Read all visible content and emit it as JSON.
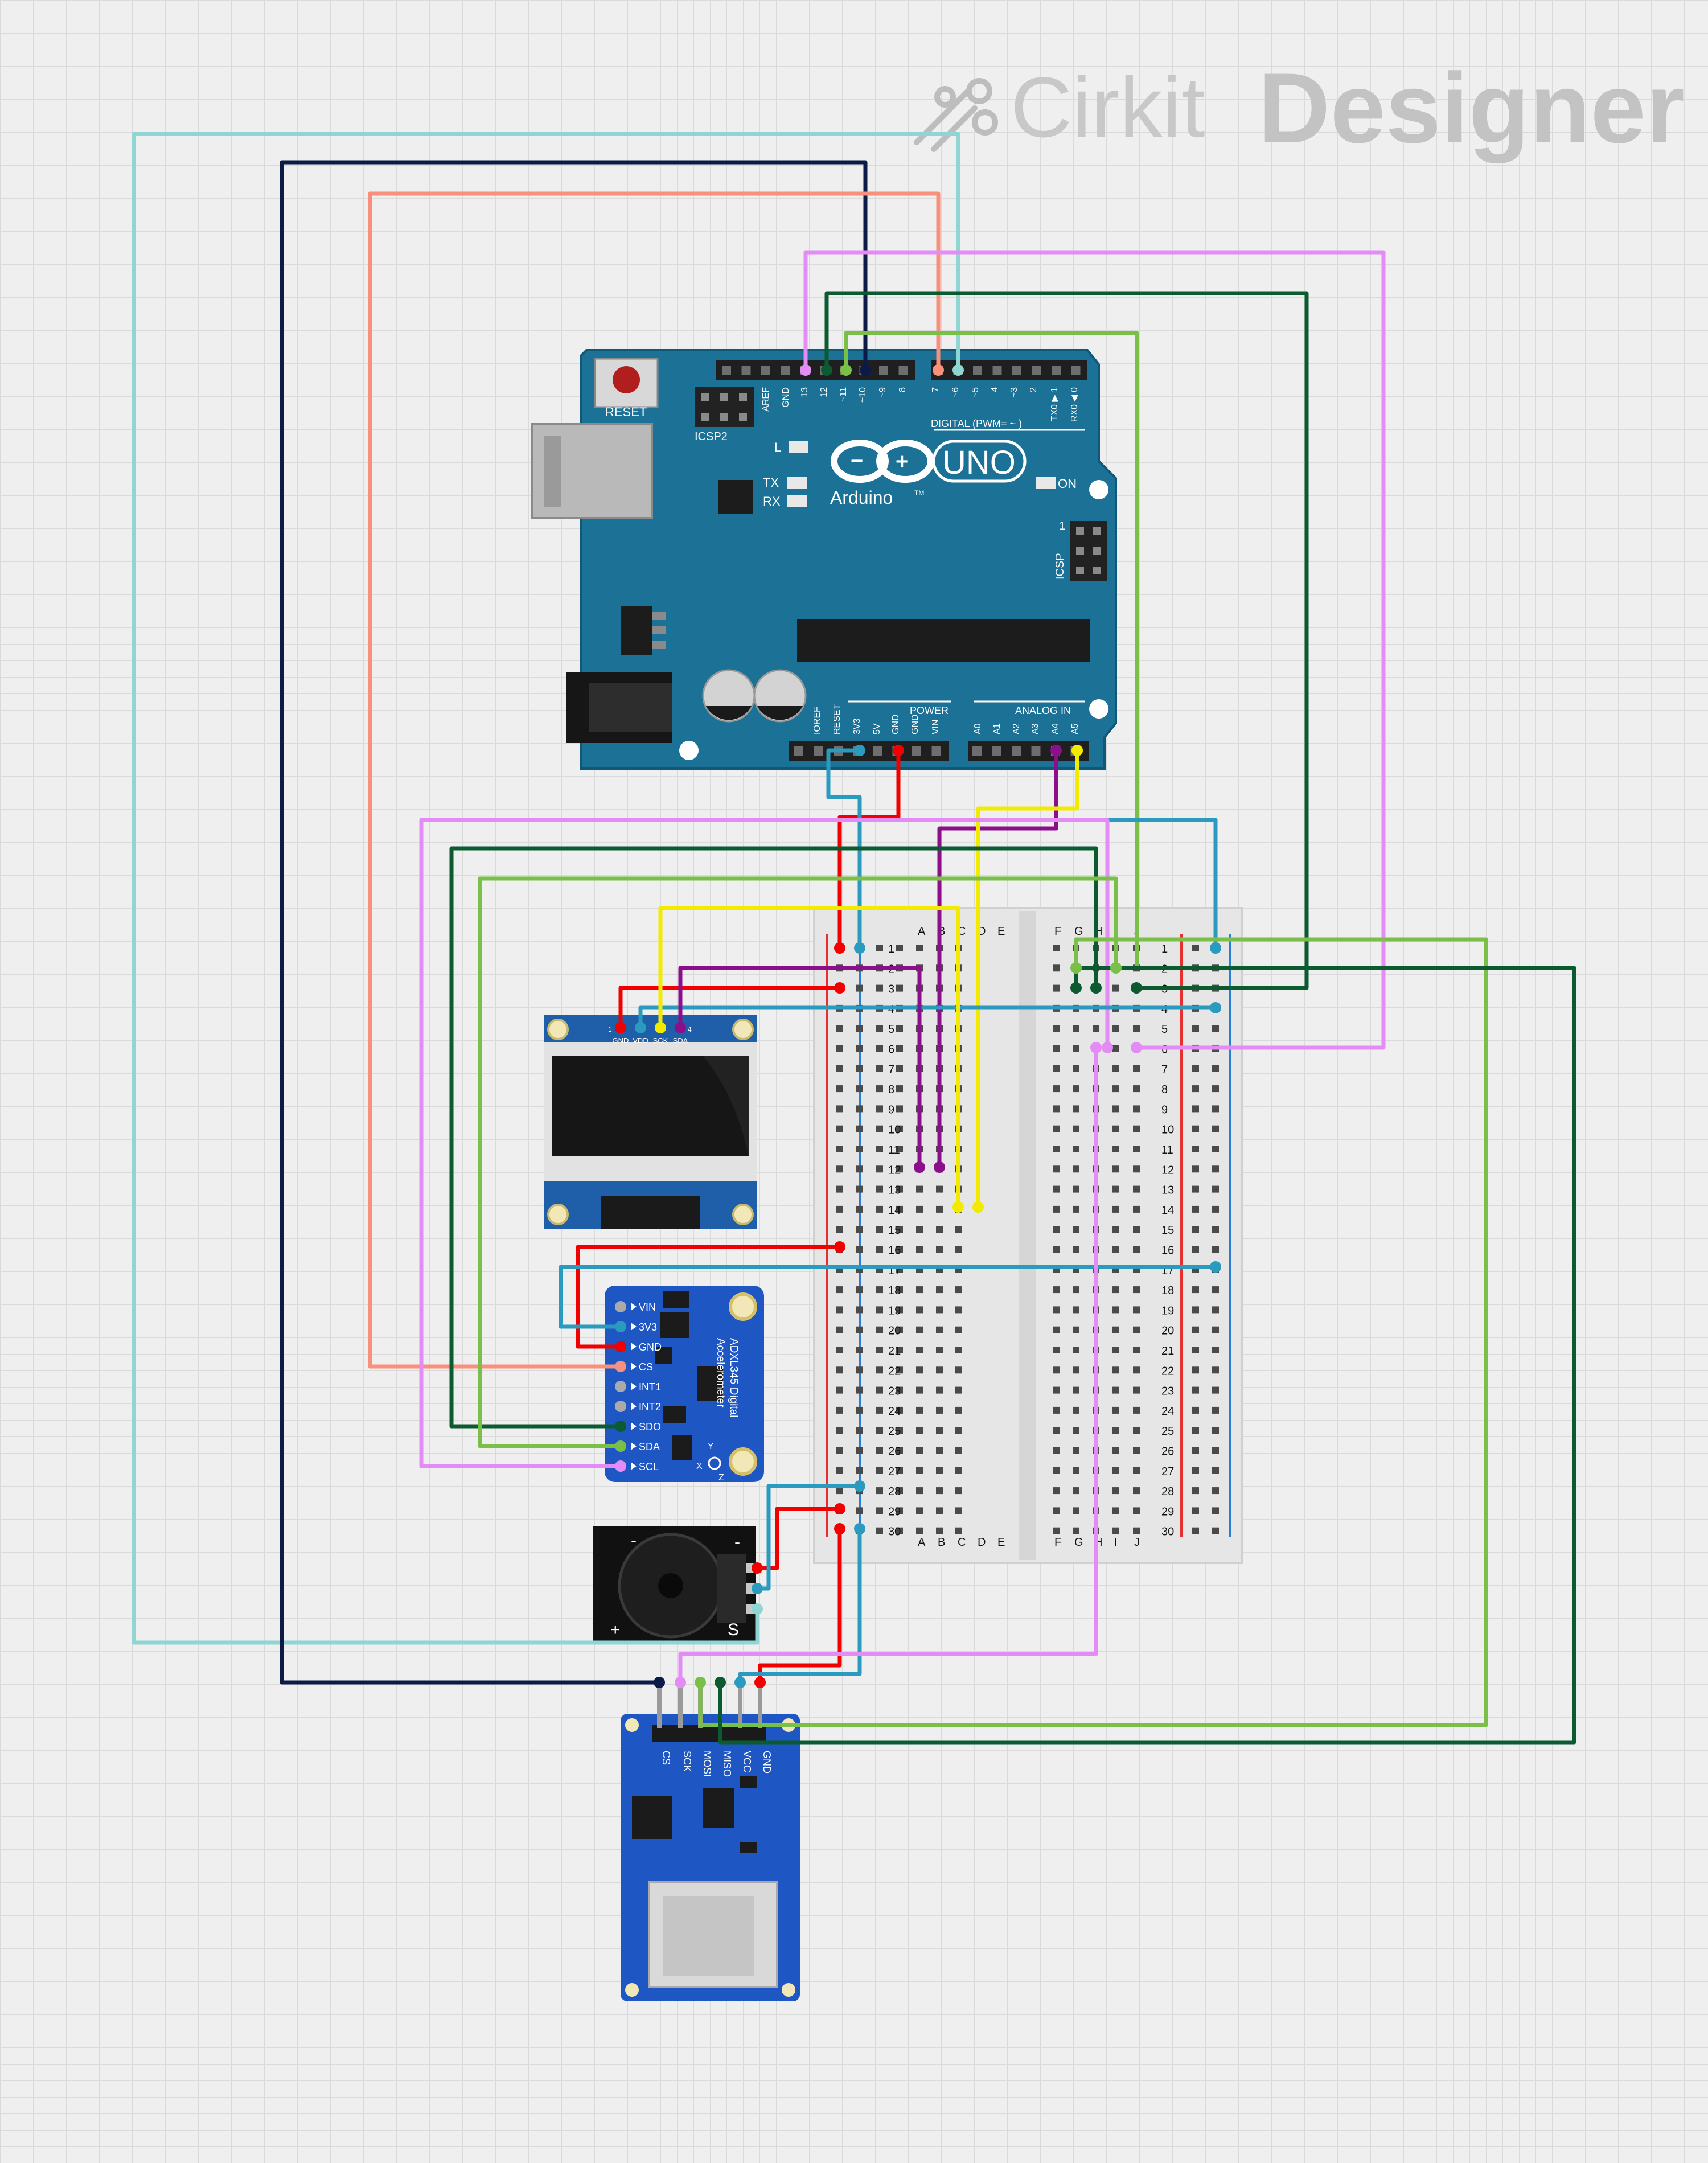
{
  "brand": {
    "name_light": "Cirkit",
    "name_bold": "Designer"
  },
  "arduino": {
    "reset_label": "RESET",
    "icsp2_label": "ICSP2",
    "icsp_label": "ICSP",
    "icsp_pin1": "1",
    "l_label": "L",
    "tx_label": "TX",
    "rx_label": "RX",
    "on_label": "ON",
    "logo_text": "Arduino",
    "uno_text": "UNO",
    "tm": "TM",
    "digital_label": "DIGITAL (PWM= ~ )",
    "power_label": "POWER",
    "analog_label": "ANALOG IN",
    "digital_pins": [
      "AREF",
      "GND",
      "13",
      "12",
      "~11",
      "~10",
      "~9",
      "8",
      "7",
      "~6",
      "~5",
      "4",
      "~3",
      "2",
      "TX0 ▶ 1",
      "RX0 ◀ 0"
    ],
    "power_pins": [
      "IOREF",
      "RESET",
      "3V3",
      "5V",
      "GND",
      "GND",
      "VIN"
    ],
    "analog_pins": [
      "A0",
      "A1",
      "A2",
      "A3",
      "A4",
      "A5"
    ]
  },
  "breadboard": {
    "cols_left": [
      "A",
      "B",
      "C",
      "D",
      "E"
    ],
    "cols_right": [
      "F",
      "G",
      "H",
      "I",
      "J"
    ],
    "rows": [
      "1",
      "2",
      "3",
      "4",
      "5",
      "6",
      "7",
      "8",
      "9",
      "10",
      "11",
      "12",
      "13",
      "14",
      "15",
      "16",
      "17",
      "18",
      "19",
      "20",
      "21",
      "22",
      "23",
      "24",
      "25",
      "26",
      "27",
      "28",
      "29",
      "30"
    ]
  },
  "oled": {
    "pins": [
      "GND",
      "VDD",
      "SCK",
      "SDA"
    ],
    "pin1": "1",
    "pin4": "4"
  },
  "adxl": {
    "title": "ADXL345 Digital",
    "subtitle": "Accelerometer",
    "pins": [
      "VIN",
      "3V3",
      "GND",
      "CS",
      "INT1",
      "INT2",
      "SDO",
      "SDA",
      "SCL"
    ],
    "axes": [
      "Y",
      "X",
      "Z"
    ]
  },
  "buzzer": {
    "minus": "-",
    "plus": "+",
    "signal": "S"
  },
  "sd": {
    "pins": [
      "CS",
      "SCK",
      "MOSI",
      "MISO",
      "VCC",
      "GND"
    ]
  },
  "colors": {
    "background": "#efefef",
    "grid": "#dcdcdc",
    "board_teal": "#1b7196",
    "module_blue": "#1e56c4",
    "wire_red": "#f10000",
    "wire_yellow": "#f2eb00",
    "wire_purple": "#8b0f8b",
    "wire_cyan": "#2a9bbf",
    "wire_lightcyan": "#8fd6d2",
    "wire_navy": "#0b1a46",
    "wire_salmon": "#f8907c",
    "wire_pink": "#e48cf6",
    "wire_darkgreen": "#0b5a30",
    "wire_lightgreen": "#7abf47"
  }
}
